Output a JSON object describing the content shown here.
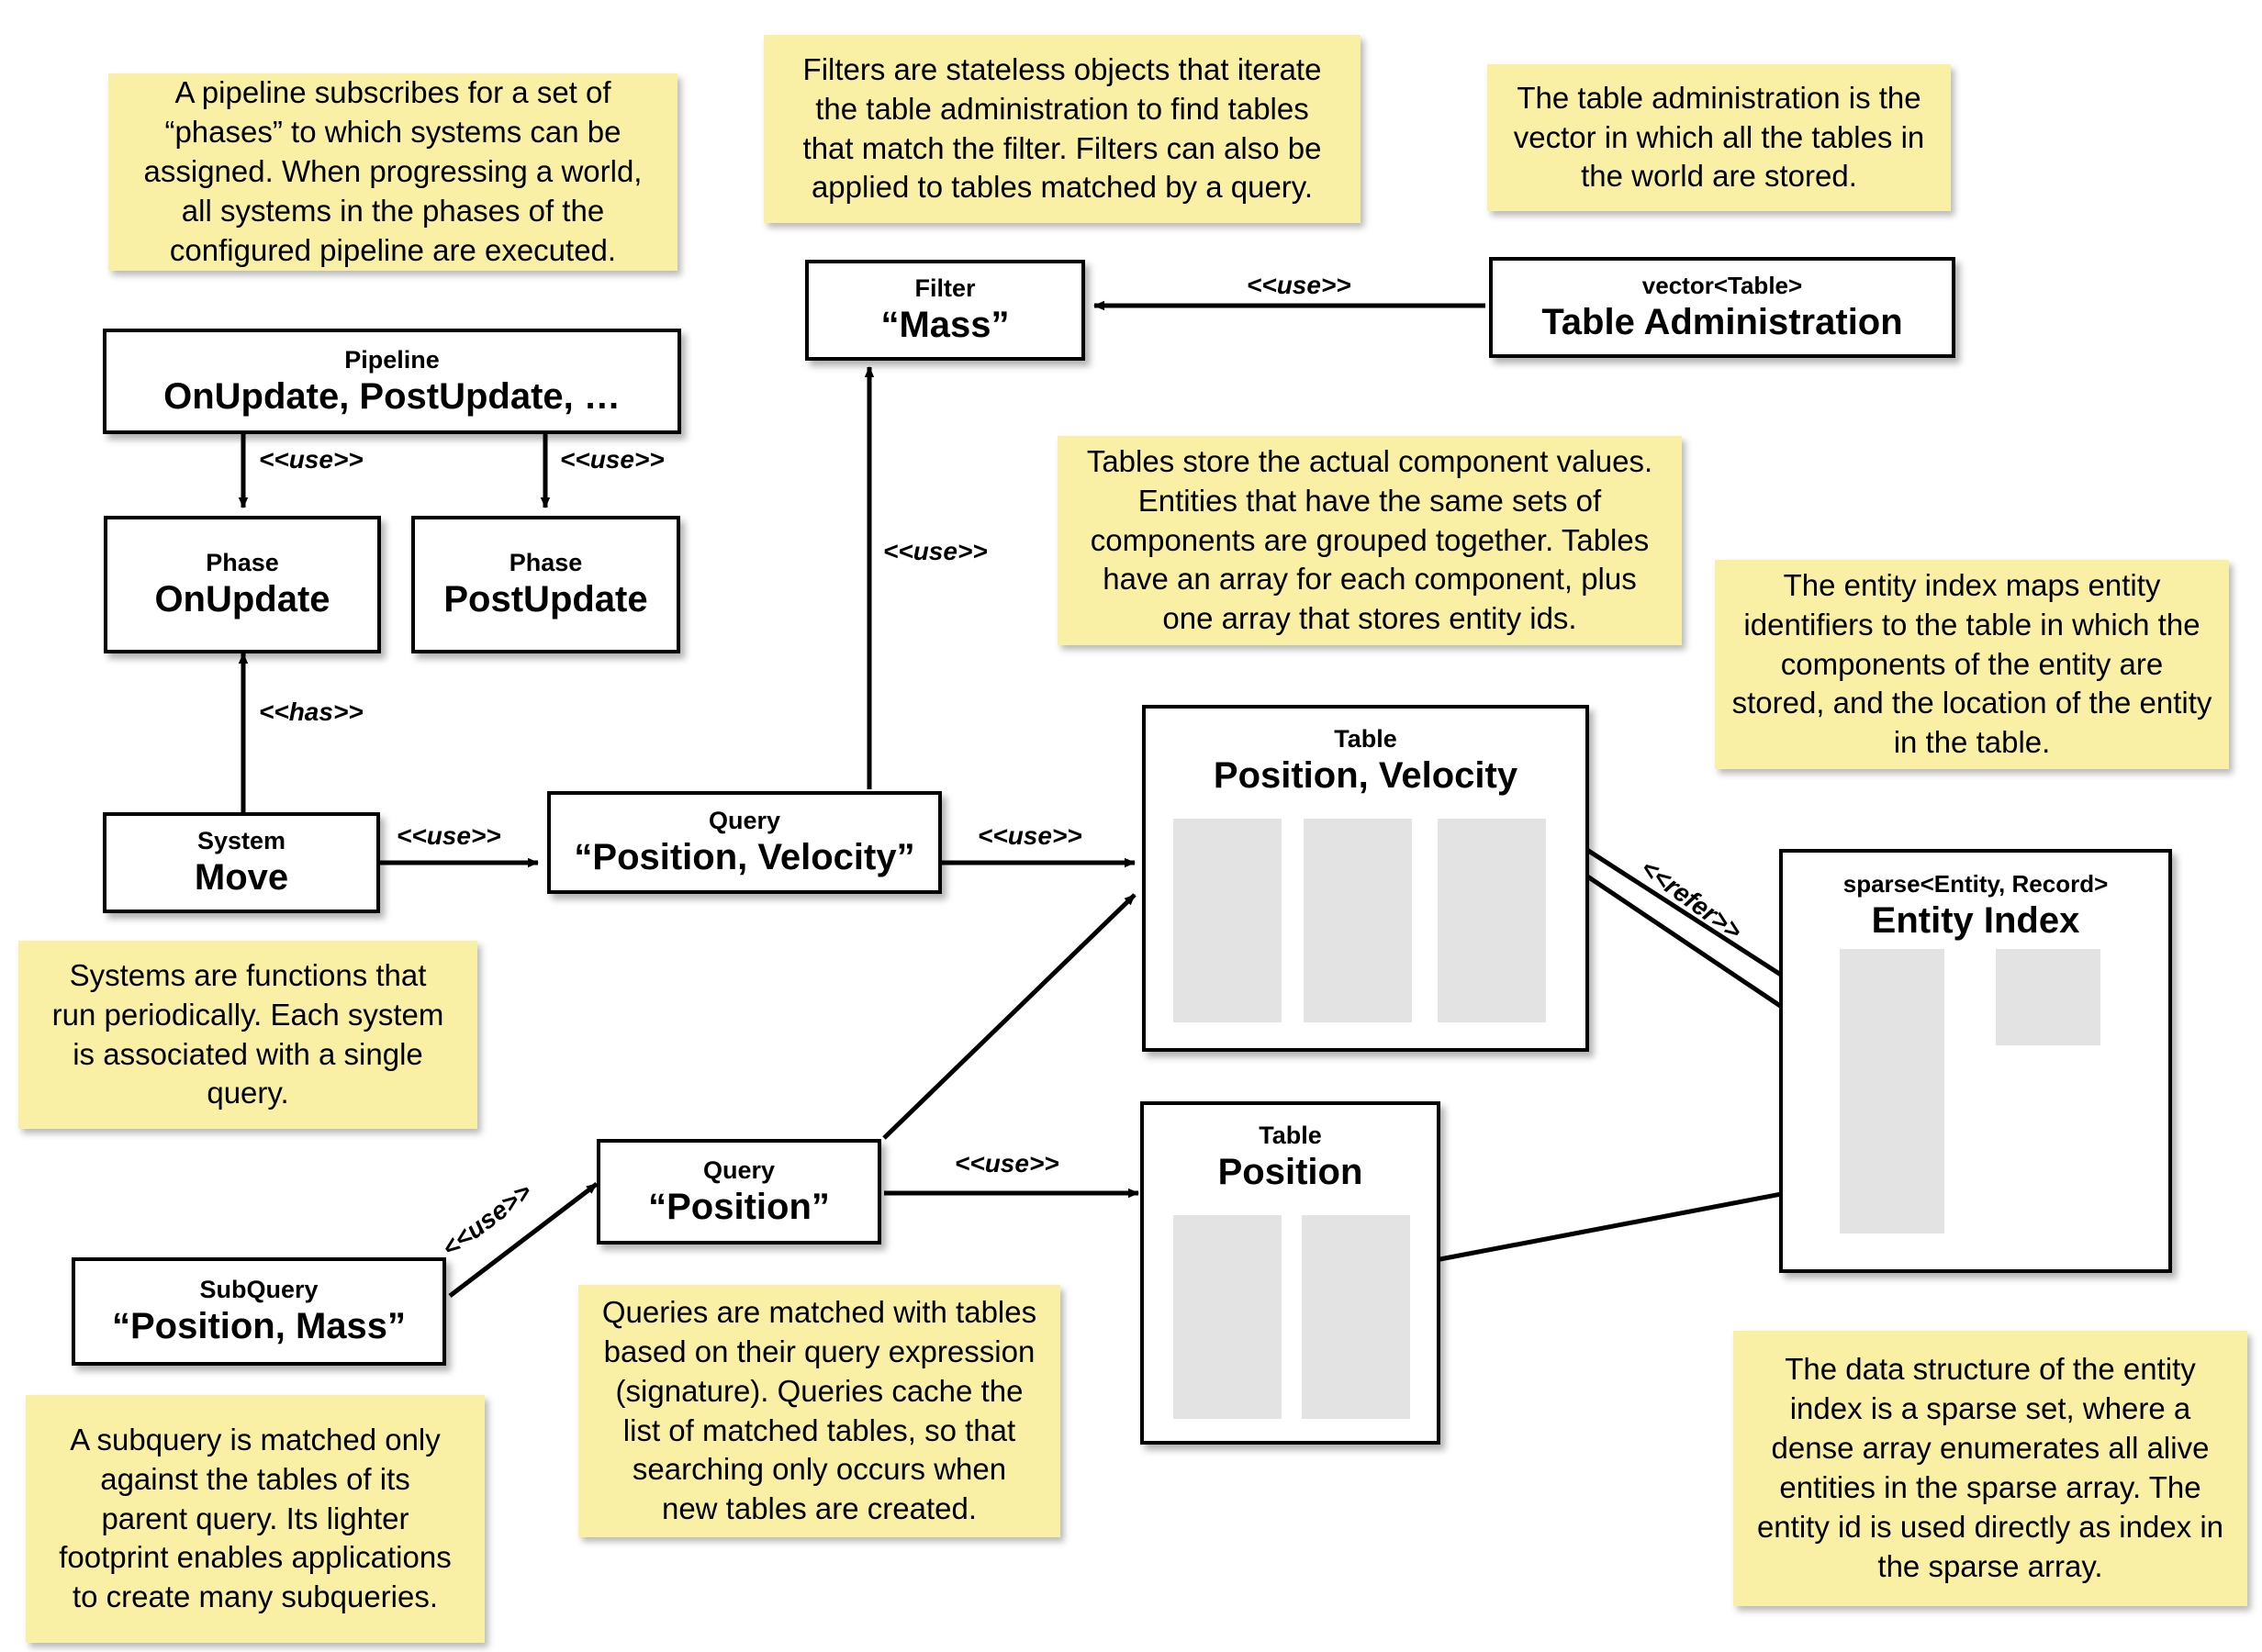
{
  "diagram": {
    "title": "ECS architecture diagram",
    "note_color": "#faf0a5",
    "box_fill": "#ffffff",
    "box_stroke": "#000000",
    "array_fill": "#e3e3e3"
  },
  "notes": {
    "pipeline": "A pipeline subscribes for a set of\n“phases” to which systems can be\nassigned. When progressing a world,\nall systems in the phases of the\nconfigured pipeline are executed.",
    "filter": "Filters are stateless objects that iterate\nthe table administration to find tables\nthat match the filter. Filters can also be\napplied to tables matched by a query.",
    "table_admin": "The table administration is the\nvector in which all the tables in\nthe world are stored.",
    "tables": "Tables store the actual component values.\nEntities that have the same sets of\ncomponents are grouped together. Tables\nhave an array for each component, plus\none array that stores entity ids.",
    "entity_index": "The entity index maps entity\nidentifiers to the table in which the\ncomponents of the entity are\nstored, and the location of the entity\nin the table.",
    "systems": "Systems are functions that\nrun periodically. Each system\nis associated with a single\nquery.",
    "queries": "Queries are matched with tables\nbased on their query expression\n(signature). Queries cache the\nlist of matched tables, so that\nsearching only occurs when\nnew tables are created.",
    "subquery": "A subquery is matched only\nagainst the tables of its\nparent query. Its lighter\nfootprint enables applications\nto create many subqueries.",
    "entity_index_struct": "The data structure of the entity\nindex is a sparse set, where a\ndense array enumerates all alive\nentities in the sparse array. The\nentity id is used directly as index in\nthe sparse array."
  },
  "boxes": {
    "pipeline": {
      "stereotype": "Pipeline",
      "name": "OnUpdate, PostUpdate, …"
    },
    "phase_onupdate": {
      "stereotype": "Phase",
      "name": "OnUpdate"
    },
    "phase_postupdate": {
      "stereotype": "Phase",
      "name": "PostUpdate"
    },
    "system_move": {
      "stereotype": "System",
      "name": "Move"
    },
    "query_pos_vel": {
      "stereotype": "Query",
      "name": "“Position, Velocity”"
    },
    "query_pos": {
      "stereotype": "Query",
      "name": "“Position”"
    },
    "subquery": {
      "stereotype": "SubQuery",
      "name": "“Position, Mass”"
    },
    "filter_mass": {
      "stereotype": "Filter",
      "name": "“Mass”"
    },
    "table_admin": {
      "stereotype": "vector<Table>",
      "name": "Table Administration"
    },
    "table_pos_vel": {
      "stereotype": "Table",
      "name": "Position, Velocity"
    },
    "table_pos": {
      "stereotype": "Table",
      "name": "Position"
    },
    "entity_index": {
      "stereotype": "sparse<Entity, Record>",
      "name": "Entity Index"
    }
  },
  "edges": {
    "pipeline_to_onupdate": "<<use>>",
    "pipeline_to_postupdate": "<<use>>",
    "system_to_phase": "<<has>>",
    "system_to_query": "<<use>>",
    "query_to_table": "<<use>>",
    "query_to_filter": "<<use>>",
    "admin_to_filter": "<<use>>",
    "subquery_to_query": "<<use>>",
    "querypos_to_tablepos": "<<use>>",
    "index_to_table": "<<refer>>"
  }
}
